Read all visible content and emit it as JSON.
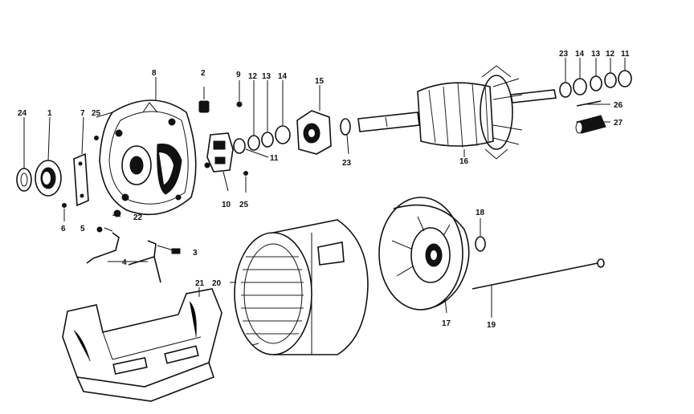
{
  "diagram": {
    "part_labels": {
      "p1": "1",
      "p2": "2",
      "p3": "3",
      "p4": "4",
      "p5": "5",
      "p6": "6",
      "p7": "7",
      "p8": "8",
      "p9": "9",
      "p10": "10",
      "p11": "11",
      "p12a": "12",
      "p13a": "13",
      "p14a": "14",
      "p15": "15",
      "p16": "16",
      "p17": "17",
      "p18": "18",
      "p19": "19",
      "p20": "20",
      "p21": "21",
      "p22": "22",
      "p23a": "23",
      "p23b": "23",
      "p24": "24",
      "p25a": "25",
      "p25b": "25",
      "p26": "26",
      "p27": "27",
      "p14b": "14",
      "p13b": "13",
      "p12b": "12",
      "p11b": "11"
    }
  }
}
